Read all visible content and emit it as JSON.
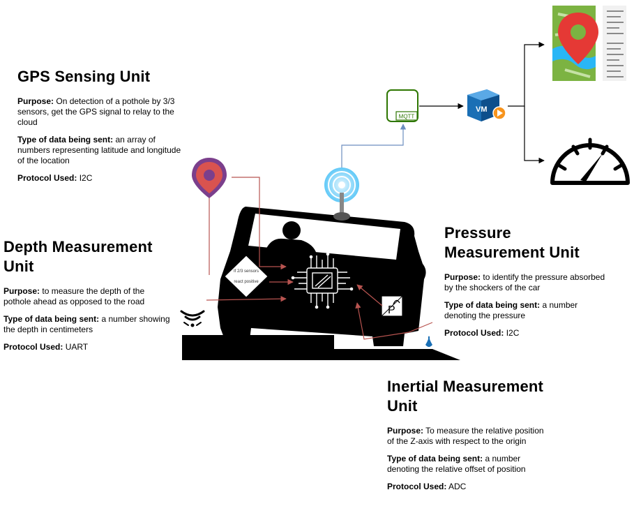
{
  "units": {
    "gps": {
      "title": "GPS Sensing Unit",
      "purpose_label": "Purpose:",
      "purpose": "On detection of a pothole by 3/3 sensors, get the GPS signal to relay to the cloud",
      "data_label": "Type of data being sent:",
      "data": "an array of numbers representing latitude and longitude of the location",
      "protocol_label": "Protocol Used:",
      "protocol": "I2C"
    },
    "depth": {
      "title": "Depth Measurement Unit",
      "purpose_label": "Purpose:",
      "purpose": "to measure the depth of the pothole ahead as opposed to the road",
      "data_label": "Type of data being sent:",
      "data": "a number showing the depth in centimeters",
      "protocol_label": "Protocol Used:",
      "protocol": "UART"
    },
    "pressure": {
      "title": "Pressure Measurement Unit",
      "purpose_label": "Purpose:",
      "purpose": "to identify the pressure absorbed by the shockers of the car",
      "data_label": "Type of data being sent:",
      "data": "a number denoting the pressure",
      "protocol_label": "Protocol Used:",
      "protocol": "I2C"
    },
    "inertial": {
      "title": "Inertial Measurement Unit",
      "purpose_label": "Purpose:",
      "purpose": "To measure the relative position of the Z-axis with respect to the origin",
      "data_label": "Type of data being sent:",
      "data": "a number denoting the relative offset of position",
      "protocol_label": "Protocol Used:",
      "protocol": "ADC"
    }
  },
  "diagram": {
    "decision_line1": "If 2/3 sensors",
    "decision_line2": "react positive",
    "mqtt_label": "MQTT",
    "vm_label": "VM",
    "parking_label": "P"
  },
  "colors": {
    "arrow_red": "#b85450",
    "arrow_blue": "#6c8ebf",
    "mqtt_green": "#2d7600",
    "vm_blue": "#1a6fb5",
    "vm_orange": "#f7941d",
    "pin_purple": "#7b3f8c",
    "pin_red": "#d9534f",
    "map_pin_red": "#e53935",
    "map_green": "#7cb342",
    "map_water": "#29b6f6",
    "beacon_blue": "#4fc3f7",
    "silhouette": "#000000"
  },
  "icons": [
    "location-pin-icon",
    "wireless-beacon-icon",
    "mqtt-broker-icon",
    "vm-icon",
    "map-icon",
    "speedometer-icon",
    "ultrasonic-wave-icon",
    "microchip-icon",
    "parking-sensor-icon",
    "droplet-icon"
  ]
}
